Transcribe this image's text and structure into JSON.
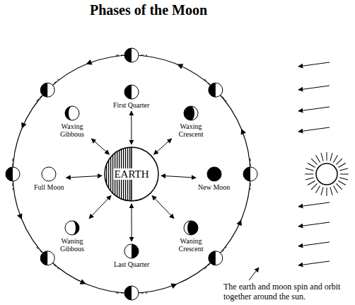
{
  "diagram": {
    "title": "Phases of the Moon",
    "nodes": [
      {
        "text": [
          "First Quarter"
        ]
      },
      {
        "text": [
          "Waxing Gibbous"
        ]
      },
      {
        "text": [
          "Waxing Crescent"
        ]
      },
      {
        "text": [
          "EARTH"
        ]
      },
      {
        "text": [
          "Full Moon"
        ]
      },
      {
        "text": [
          "New Moon"
        ]
      },
      {
        "text": [
          "Waning Gibbous"
        ]
      },
      {
        "text": [
          "Waning Crescent"
        ]
      },
      {
        "text": [
          "Last Quarter"
        ]
      }
    ],
    "edges": [
      {
        "from": 3,
        "to": 0,
        "arrow": "both"
      },
      {
        "from": 3,
        "to": 1,
        "arrow": "both"
      },
      {
        "from": 3,
        "to": 2,
        "arrow": "both"
      },
      {
        "from": 3,
        "to": 4,
        "arrow": "both"
      },
      {
        "from": 3,
        "to": 5,
        "arrow": "both"
      },
      {
        "from": 3,
        "to": 6,
        "arrow": "both"
      },
      {
        "from": 3,
        "to": 7,
        "arrow": "both"
      },
      {
        "from": 3,
        "to": 8,
        "arrow": "both"
      }
    ],
    "labels": [
      "The earth and moon spin and orbit together around the sun."
    ]
  }
}
